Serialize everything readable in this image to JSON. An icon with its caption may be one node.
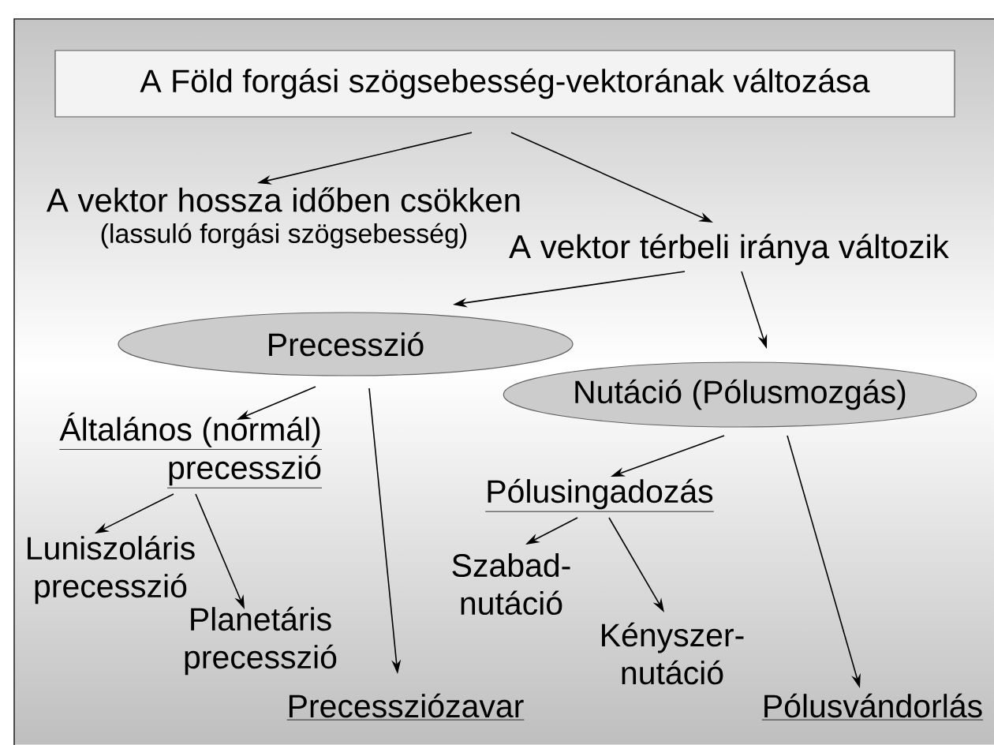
{
  "diagram": {
    "nodes": [
      {
        "text": [
          "A Föld forgási szögsebesség-vektorának változása"
        ]
      },
      {
        "text": [
          "A vektor hossza időben csökken",
          "(lassuló forgási szögsebesség)"
        ]
      },
      {
        "text": [
          "A vektor térbeli iránya változik"
        ]
      },
      {
        "text": [
          "Precesszió"
        ]
      },
      {
        "text": [
          "Nutáció (Pólusmozgás)"
        ]
      },
      {
        "text": [
          "Általános (normál) precesszió"
        ]
      },
      {
        "text": [
          "Luniszoláris precesszió"
        ]
      },
      {
        "text": [
          "Planetáris precesszió"
        ]
      },
      {
        "text": [
          "Precessziózavar"
        ]
      },
      {
        "text": [
          "Pólusingadozás"
        ]
      },
      {
        "text": [
          "Szabad- nutáció"
        ]
      },
      {
        "text": [
          "Kényszer- nutáció"
        ]
      },
      {
        "text": [
          "Pólusvándorlás"
        ]
      }
    ],
    "edges": [
      {
        "from": 0,
        "to": 1,
        "arrow": "to"
      },
      {
        "from": 0,
        "to": 2,
        "arrow": "to"
      },
      {
        "from": 2,
        "to": 3,
        "arrow": "to"
      },
      {
        "from": 2,
        "to": 4,
        "arrow": "to"
      },
      {
        "from": 3,
        "to": 5,
        "arrow": "to"
      },
      {
        "from": 3,
        "to": 8,
        "arrow": "to"
      },
      {
        "from": 5,
        "to": 6,
        "arrow": "to"
      },
      {
        "from": 5,
        "to": 7,
        "arrow": "to"
      },
      {
        "from": 4,
        "to": 9,
        "arrow": "to"
      },
      {
        "from": 4,
        "to": 12,
        "arrow": "to"
      },
      {
        "from": 9,
        "to": 10,
        "arrow": "to"
      },
      {
        "from": 9,
        "to": 11,
        "arrow": "to"
      }
    ]
  }
}
